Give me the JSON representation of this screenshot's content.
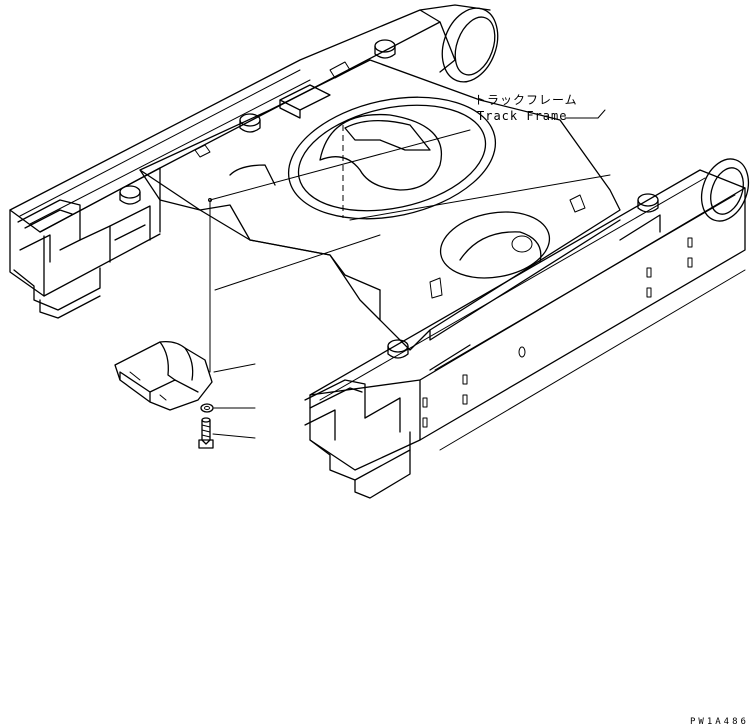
{
  "diagram": {
    "label_jp": "トラックフレーム",
    "label_en": "Track Frame",
    "drawing_code": "PW1A486"
  }
}
